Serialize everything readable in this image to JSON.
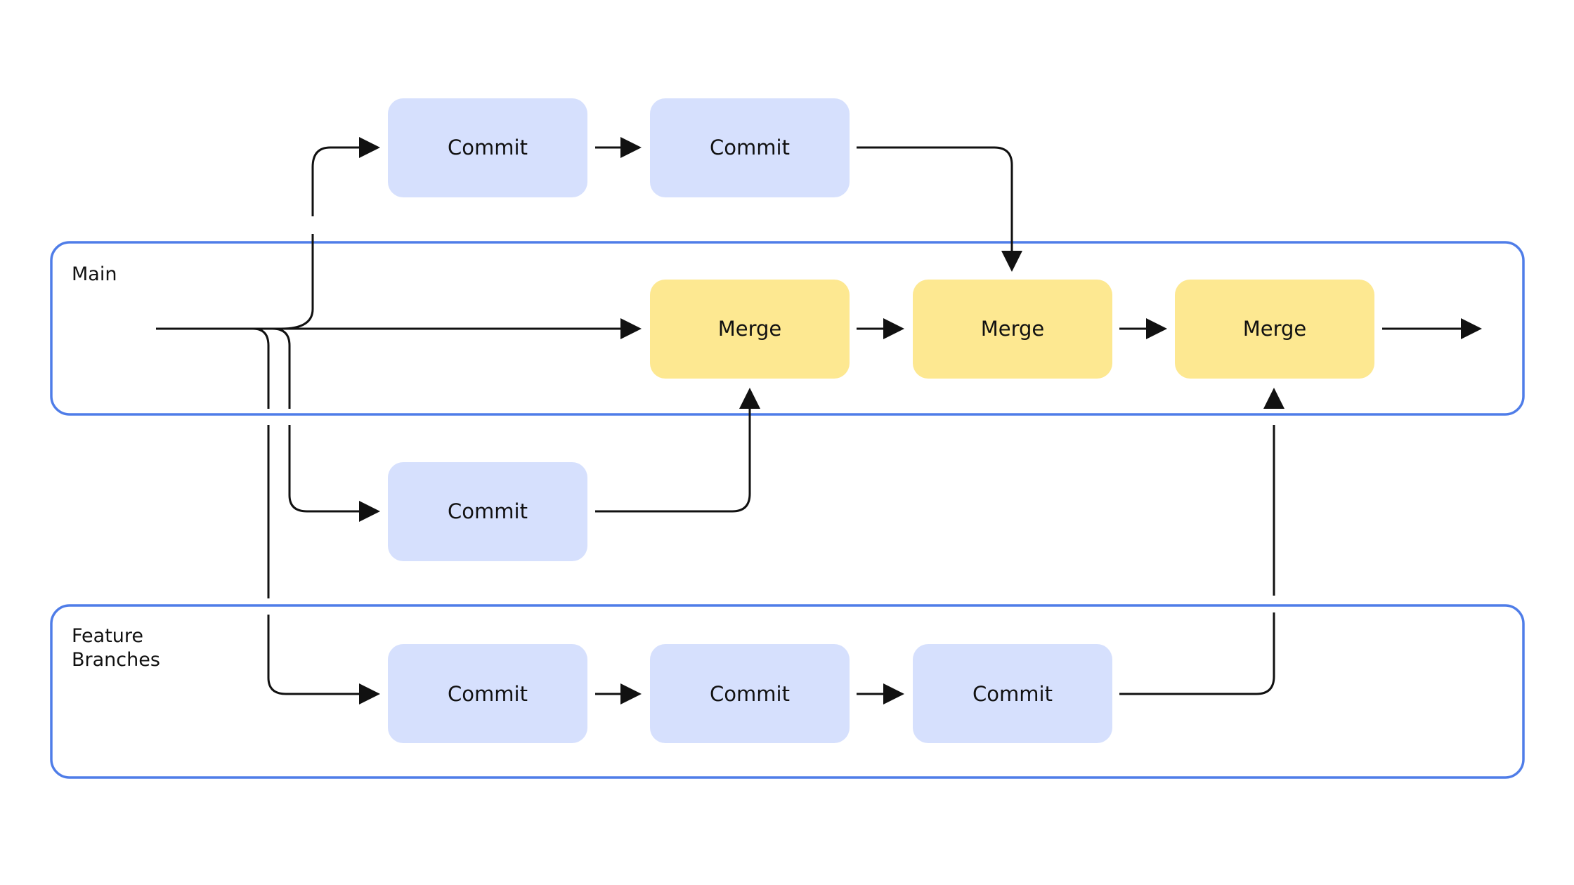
{
  "lanes": {
    "main": {
      "label": "Main"
    },
    "feature": {
      "label_line1": "Feature",
      "label_line2": "Branches"
    }
  },
  "nodes": {
    "commit_top_1": "Commit",
    "commit_top_2": "Commit",
    "merge_1": "Merge",
    "merge_2": "Merge",
    "merge_3": "Merge",
    "commit_mid_1": "Commit",
    "commit_feat_1": "Commit",
    "commit_feat_2": "Commit",
    "commit_feat_3": "Commit"
  },
  "colors": {
    "commit_fill": "#d6e0fd",
    "merge_fill": "#fde891",
    "lane_stroke": "#4f7de8",
    "line": "#111111"
  }
}
